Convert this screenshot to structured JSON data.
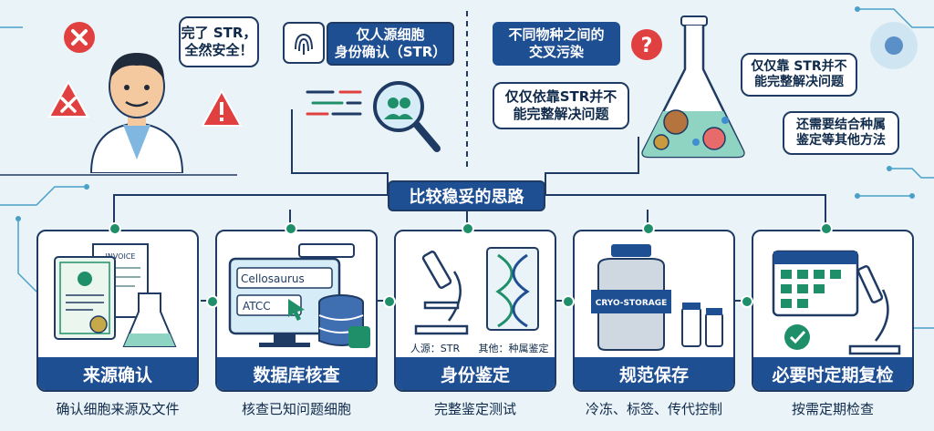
{
  "top_left": {
    "speech": [
      "完了 STR，",
      "全然安全！"
    ],
    "str_box": [
      "仅人源细胞",
      "身份确认（STR）"
    ]
  },
  "top_right": {
    "question_box": [
      "不同物种之间的",
      "交叉污染"
    ],
    "note_left": [
      "仅仅依靠STR并不",
      "能完整解决问题"
    ],
    "note_right_top": [
      "仅仅靠 STR并不",
      "能完整解决问题"
    ],
    "note_right_bottom": [
      "还需要结合种属",
      "鉴定等其他方法"
    ]
  },
  "center_banner": "比较稳妥的思路",
  "cards": [
    {
      "title": "来源确认",
      "desc": "确认细胞来源及文件",
      "invoice": "INVOICE"
    },
    {
      "title": "数据库核查",
      "desc": "核查已知问题细胞",
      "db1": "Cellosaurus",
      "db2": "ATCC"
    },
    {
      "title": "身份鉴定",
      "desc": "完整鉴定测试",
      "left_label": "人源：STR",
      "right_label": "其他：种属鉴定"
    },
    {
      "title": "规范保存",
      "desc": "冷冻、标签、传代控制",
      "tank_label": "CRYO-STORAGE"
    },
    {
      "title": "必要时定期复检",
      "desc": "按需定期检查"
    }
  ],
  "colors": {
    "navy": "#1f4f93",
    "dark": "#1f3b63",
    "green": "#1f8f6a",
    "red": "#e04040",
    "bg": "#eaf3f8"
  }
}
